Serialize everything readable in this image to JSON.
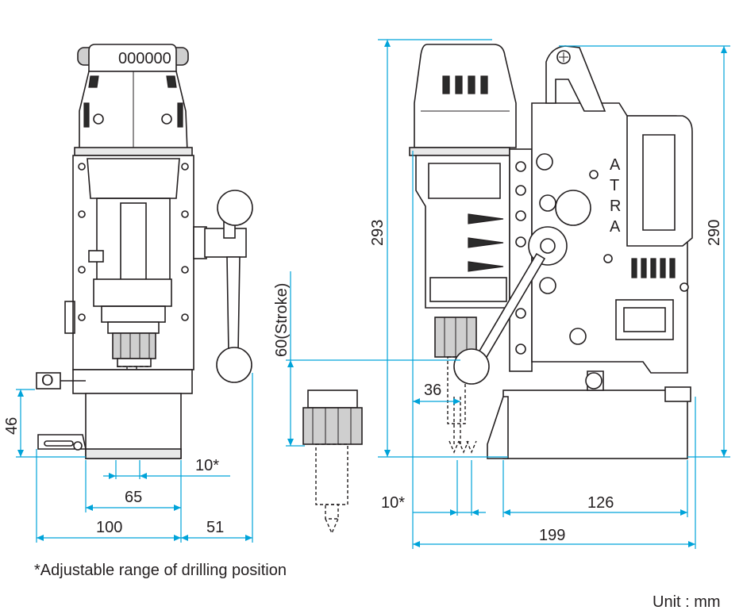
{
  "dimensions": {
    "left_view": {
      "base_height": "46",
      "drill_offset": "10*",
      "center_to_base_end": "65",
      "base_length": "100",
      "handle_offset": "51"
    },
    "stroke": "60(Stroke)",
    "right_view": {
      "total_height": "293",
      "body_height": "290",
      "spindle_offset": "36",
      "drill_offset": "10*",
      "base_length": "126",
      "total_length": "199"
    }
  },
  "labels": {
    "motor_label": "000000",
    "brand_letters": [
      "A",
      "T",
      "R",
      "A"
    ]
  },
  "notes": {
    "footnote": "*Adjustable range of drilling position",
    "unit": "Unit : mm"
  },
  "colors": {
    "dimension_lines": "#00a3d9",
    "outline": "#231f20"
  }
}
